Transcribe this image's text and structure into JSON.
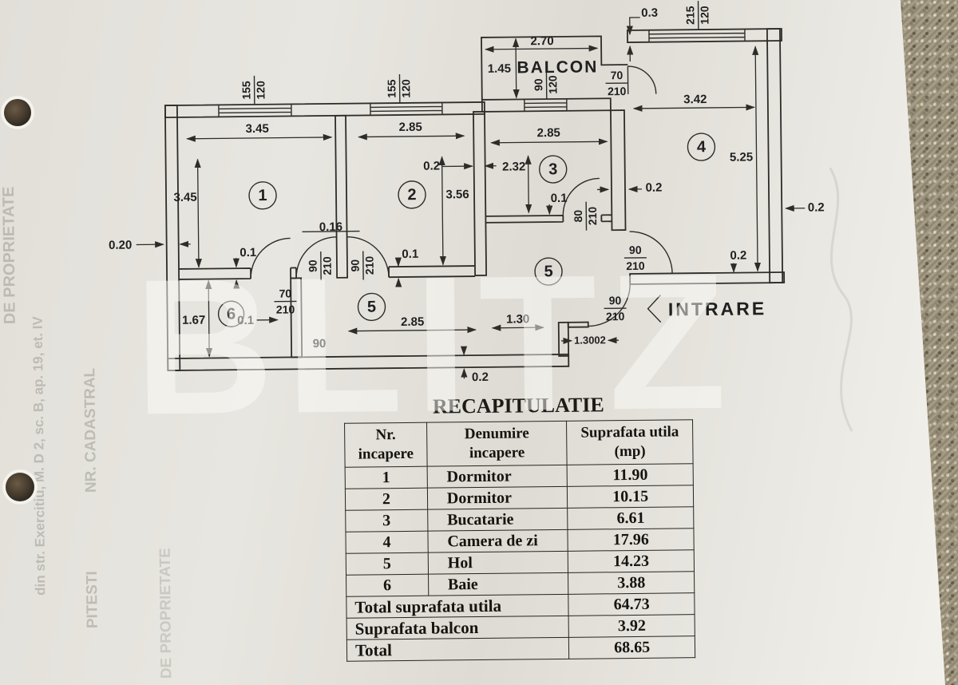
{
  "plan": {
    "recap_title": "RECAPITULATIE",
    "balcony_label": "BALCON",
    "entrance_label": "INTRARE",
    "rooms": {
      "r1": "1",
      "r2": "2",
      "r3": "3",
      "r4": "4",
      "r5": "5",
      "r6": "6"
    },
    "dims": {
      "d020": "0.20",
      "d01": "0.1",
      "d016": "0.16",
      "d02": "0.2",
      "d03": "0.3",
      "d090": "90",
      "d130": "1.30",
      "d13002": "1.3002",
      "d145": "1.45",
      "d167": "1.67",
      "d232": "2.32",
      "d270": "2.70",
      "d285": "2.85",
      "d342": "3.42",
      "d345": "3.45",
      "d356": "3.56",
      "d525": "5.25"
    },
    "sizes": {
      "s70": "70",
      "s80": "80",
      "s90": "90",
      "s120": "120",
      "s155": "155",
      "s210": "210",
      "s215": "215"
    }
  },
  "table": {
    "header": {
      "c1l1": "Nr.",
      "c1l2": "incapere",
      "c2l1": "Denumire",
      "c2l2": "incapere",
      "c3l1": "Suprafata utila",
      "c3l2": "(mp)"
    },
    "rows": [
      {
        "nr": "1",
        "name": "Dormitor",
        "area": "11.90"
      },
      {
        "nr": "2",
        "name": "Dormitor",
        "area": "10.15"
      },
      {
        "nr": "3",
        "name": "Bucatarie",
        "area": "6.61"
      },
      {
        "nr": "4",
        "name": "Camera de zi",
        "area": "17.96"
      },
      {
        "nr": "5",
        "name": "Hol",
        "area": "14.23"
      },
      {
        "nr": "6",
        "name": "Baie",
        "area": "3.88"
      }
    ],
    "totals": [
      {
        "label": "Total suprafata utila",
        "value": "64.73"
      },
      {
        "label": "Suprafata balcon",
        "value": "3.92"
      },
      {
        "label": "Total",
        "value": "68.65"
      }
    ]
  },
  "watermark": {
    "text": "BLITZ"
  },
  "margin_notes": {
    "n1": "DE PROPRIETATE",
    "n2": "din str. Exercitiu, M. D 2, sc. B, ap. 19, et. IV",
    "n3": "NR. CADASTRAL",
    "n4": "PITESTI",
    "n5": "DE PROPRIETATE"
  }
}
